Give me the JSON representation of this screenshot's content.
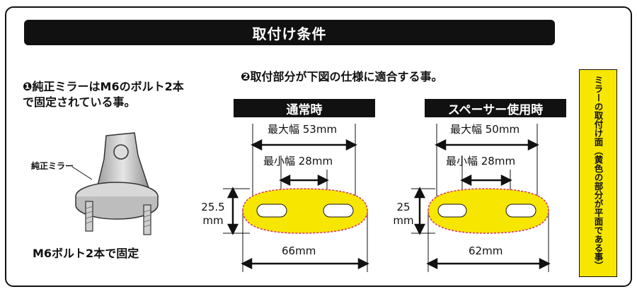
{
  "title": "取付け条件",
  "condition1": {
    "number": "❶",
    "text": "純正ミラーはM6のボルト2本で固定されている事。"
  },
  "condition2": {
    "number": "❷",
    "text": "取付部分が下図の仕様に適合する事。"
  },
  "mirror": {
    "label": "純正ミラー",
    "caption": "M6ボルト2本で固定"
  },
  "normal": {
    "header": "通常時",
    "max_width": "最大幅 53mm",
    "min_width": "最小幅 28mm",
    "height_value": "25.5",
    "height_unit": "mm",
    "total_width": "66mm"
  },
  "spacer": {
    "header": "スペーサー使用時",
    "max_width": "最大幅 50mm",
    "min_width": "最小幅 28mm",
    "height_value": "25",
    "height_unit": "mm",
    "total_width": "62mm"
  },
  "side_note": "ミラーの取付け面（黄色の部分が平面である事）",
  "colors": {
    "yellow": "#f7e600",
    "black": "#111111",
    "dash": "#d2306b"
  }
}
